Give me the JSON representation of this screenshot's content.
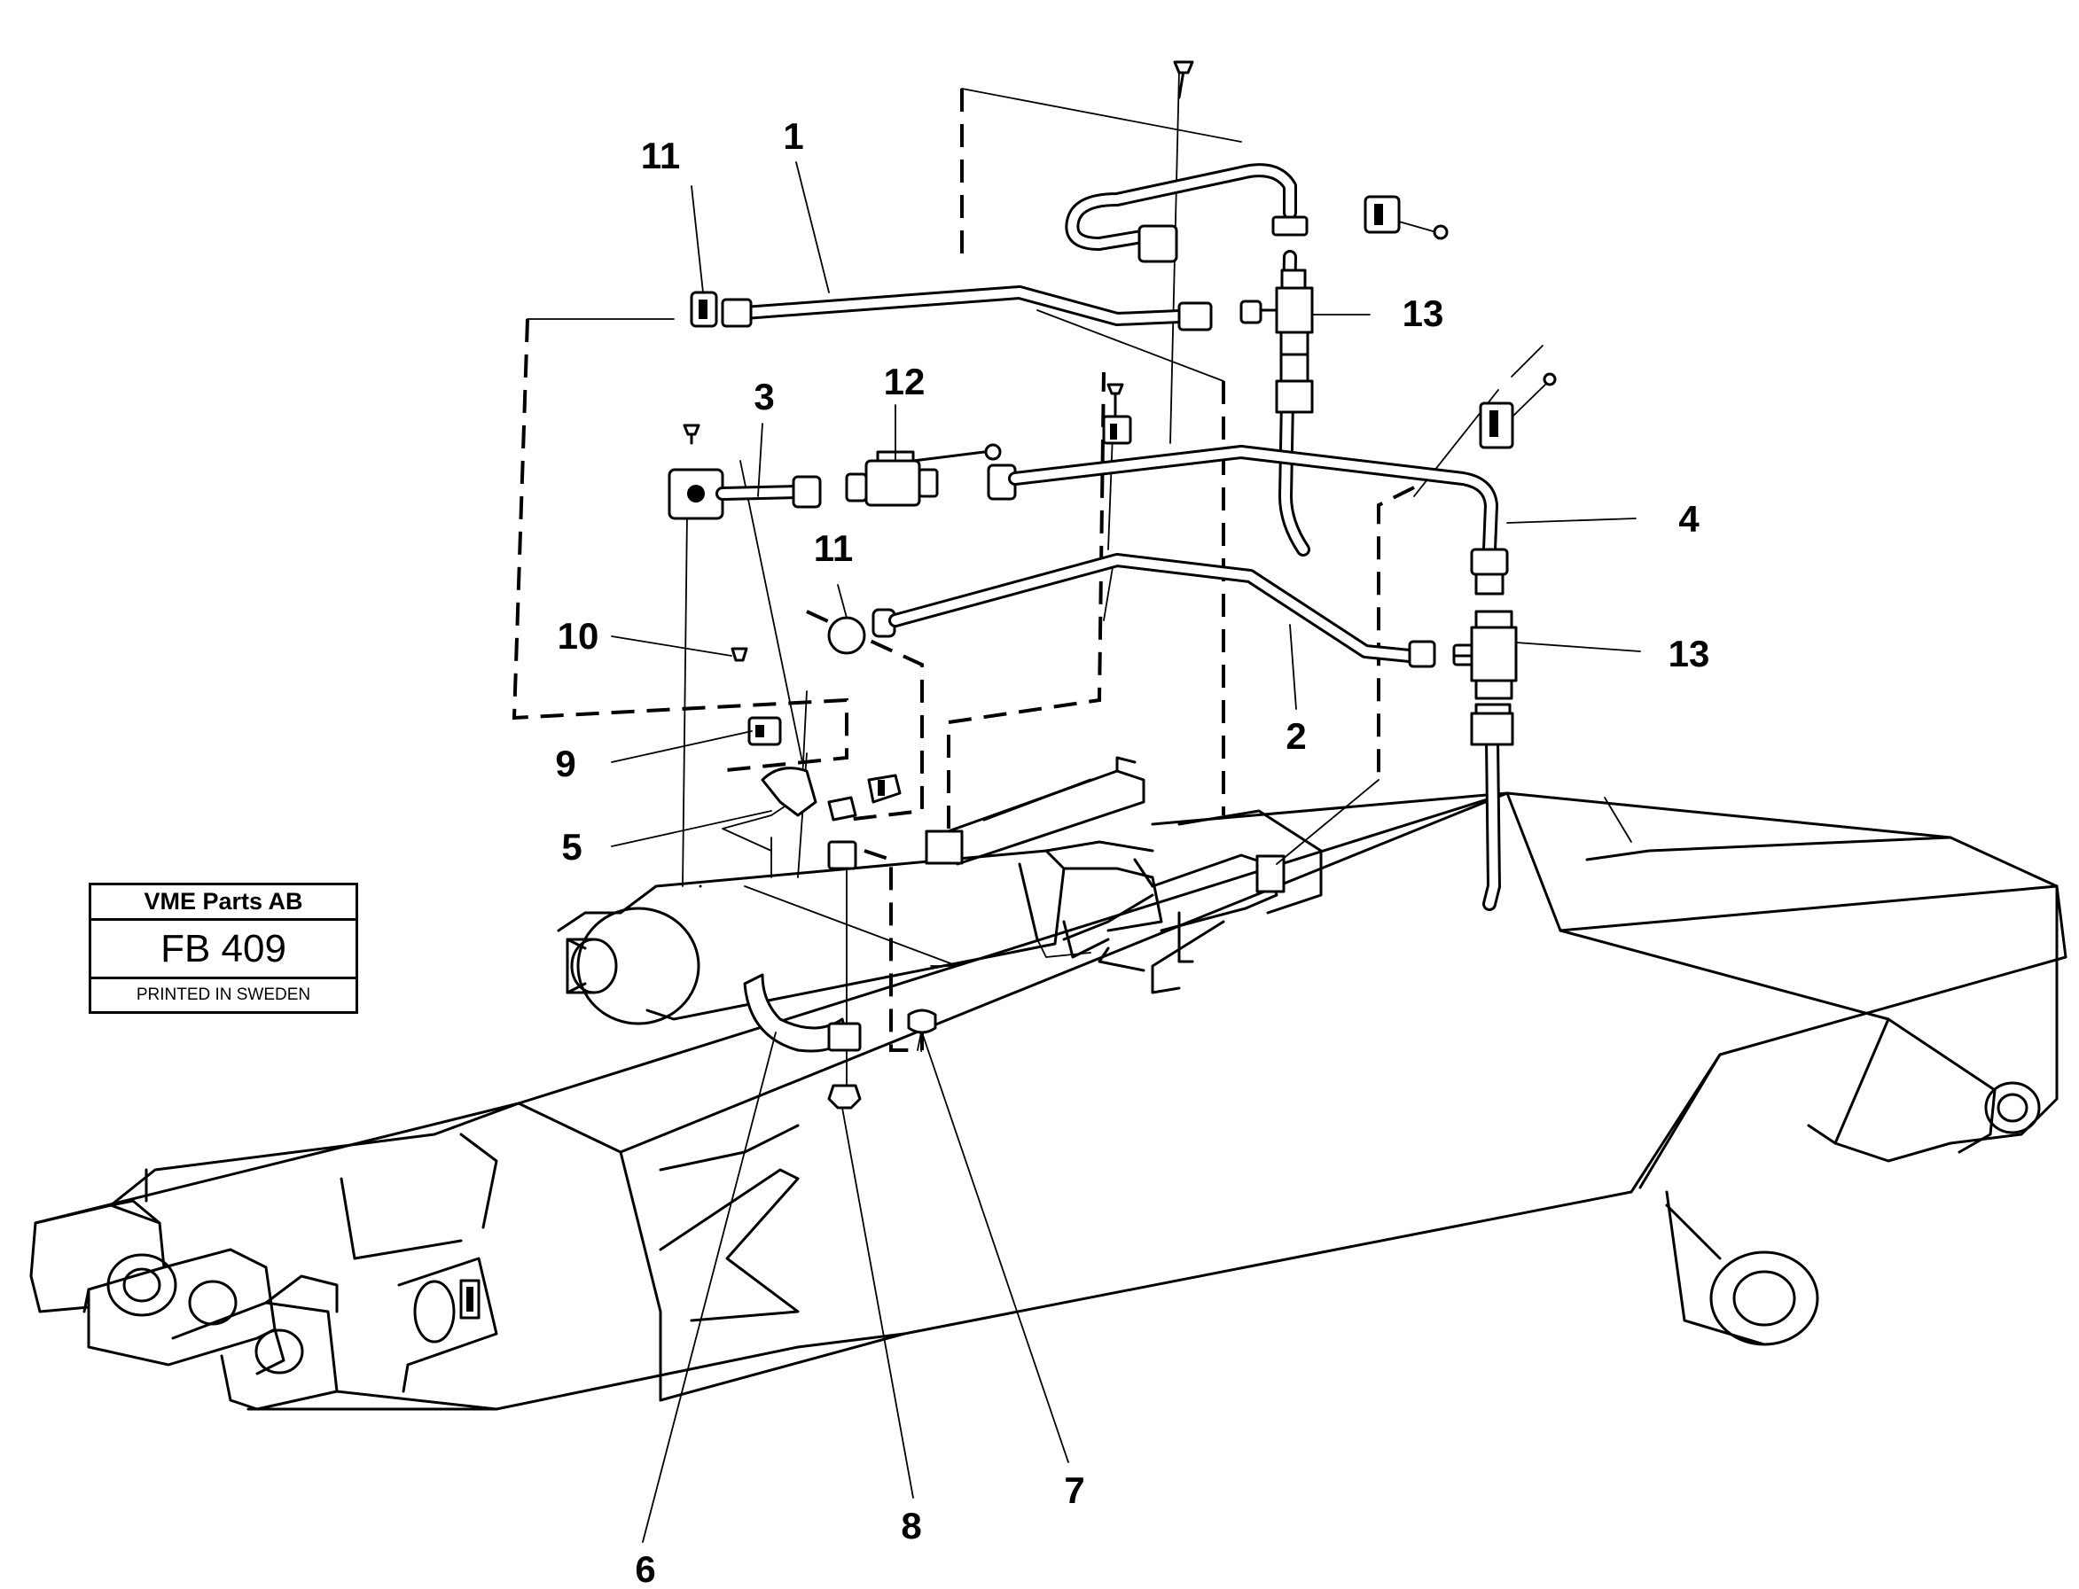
{
  "title_block": {
    "company": "VME Parts AB",
    "code": "FB 409",
    "printed": "PRINTED IN SWEDEN"
  },
  "callouts": [
    {
      "id": "callout-1",
      "label": "1"
    },
    {
      "id": "callout-2",
      "label": "2"
    },
    {
      "id": "callout-3",
      "label": "3"
    },
    {
      "id": "callout-4",
      "label": "4"
    },
    {
      "id": "callout-5",
      "label": "5"
    },
    {
      "id": "callout-6",
      "label": "6"
    },
    {
      "id": "callout-7",
      "label": "7"
    },
    {
      "id": "callout-8",
      "label": "8"
    },
    {
      "id": "callout-9",
      "label": "9"
    },
    {
      "id": "callout-10",
      "label": "10"
    },
    {
      "id": "callout-11a",
      "label": "11"
    },
    {
      "id": "callout-11b",
      "label": "11"
    },
    {
      "id": "callout-12",
      "label": "12"
    },
    {
      "id": "callout-13a",
      "label": "13"
    },
    {
      "id": "callout-13b",
      "label": "13"
    }
  ]
}
